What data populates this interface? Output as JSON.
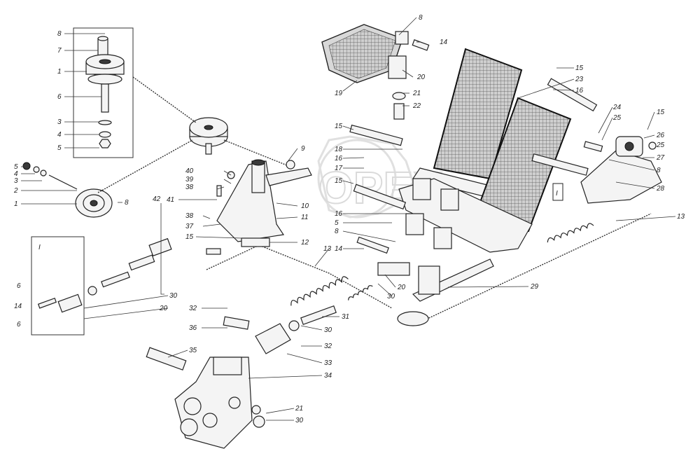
{
  "figure": {
    "watermark": "ОРЕХ",
    "group_marker": "I",
    "labels": [
      {
        "id": "l8a",
        "text": "8"
      },
      {
        "id": "l7",
        "text": "7"
      },
      {
        "id": "l1a",
        "text": "1"
      },
      {
        "id": "l6a",
        "text": "6"
      },
      {
        "id": "l3a",
        "text": "3"
      },
      {
        "id": "l4a",
        "text": "4"
      },
      {
        "id": "l5a",
        "text": "5"
      },
      {
        "id": "l5b",
        "text": "5"
      },
      {
        "id": "l4b",
        "text": "4"
      },
      {
        "id": "l3b",
        "text": "3"
      },
      {
        "id": "l2",
        "text": "2"
      },
      {
        "id": "l1b",
        "text": "1"
      },
      {
        "id": "l8b",
        "text": "8"
      },
      {
        "id": "l42",
        "text": "42"
      },
      {
        "id": "lI",
        "text": "I"
      },
      {
        "id": "l6b",
        "text": "6"
      },
      {
        "id": "l14a",
        "text": "14"
      },
      {
        "id": "l6c",
        "text": "6"
      },
      {
        "id": "l30a",
        "text": "30"
      },
      {
        "id": "l20a",
        "text": "20"
      },
      {
        "id": "l40",
        "text": "40"
      },
      {
        "id": "l39",
        "text": "39"
      },
      {
        "id": "l38a",
        "text": "38"
      },
      {
        "id": "l41",
        "text": "41"
      },
      {
        "id": "l38b",
        "text": "38"
      },
      {
        "id": "l37",
        "text": "37"
      },
      {
        "id": "l15a",
        "text": "15"
      },
      {
        "id": "l9",
        "text": "9"
      },
      {
        "id": "l10",
        "text": "10"
      },
      {
        "id": "l11",
        "text": "11"
      },
      {
        "id": "l12",
        "text": "12"
      },
      {
        "id": "l8c",
        "text": "8"
      },
      {
        "id": "l14b",
        "text": "14"
      },
      {
        "id": "l20b",
        "text": "20"
      },
      {
        "id": "l19",
        "text": "19"
      },
      {
        "id": "l21a",
        "text": "21"
      },
      {
        "id": "l22",
        "text": "22"
      },
      {
        "id": "l15b",
        "text": "15"
      },
      {
        "id": "l23",
        "text": "23"
      },
      {
        "id": "l16a",
        "text": "16"
      },
      {
        "id": "l24",
        "text": "24"
      },
      {
        "id": "l25a",
        "text": "25"
      },
      {
        "id": "l15c",
        "text": "15"
      },
      {
        "id": "l26",
        "text": "26"
      },
      {
        "id": "l25b",
        "text": "25"
      },
      {
        "id": "l27",
        "text": "27"
      },
      {
        "id": "l8d",
        "text": "8"
      },
      {
        "id": "l28",
        "text": "28"
      },
      {
        "id": "l15d",
        "text": "15"
      },
      {
        "id": "l18",
        "text": "18"
      },
      {
        "id": "l16b",
        "text": "16"
      },
      {
        "id": "l17",
        "text": "17"
      },
      {
        "id": "l15e",
        "text": "15"
      },
      {
        "id": "l16c",
        "text": "16"
      },
      {
        "id": "l5c",
        "text": "5"
      },
      {
        "id": "l8e",
        "text": "8"
      },
      {
        "id": "l13a",
        "text": "13"
      },
      {
        "id": "l14c",
        "text": "14"
      },
      {
        "id": "l13b",
        "text": "13"
      },
      {
        "id": "l20c",
        "text": "20"
      },
      {
        "id": "l30b",
        "text": "30"
      },
      {
        "id": "l29",
        "text": "29"
      },
      {
        "id": "l32a",
        "text": "32"
      },
      {
        "id": "l36",
        "text": "36"
      },
      {
        "id": "l31",
        "text": "31"
      },
      {
        "id": "l30c",
        "text": "30"
      },
      {
        "id": "l32b",
        "text": "32"
      },
      {
        "id": "l33",
        "text": "33"
      },
      {
        "id": "l35",
        "text": "35"
      },
      {
        "id": "l34",
        "text": "34"
      },
      {
        "id": "l21b",
        "text": "21"
      },
      {
        "id": "l30d",
        "text": "30"
      }
    ]
  }
}
